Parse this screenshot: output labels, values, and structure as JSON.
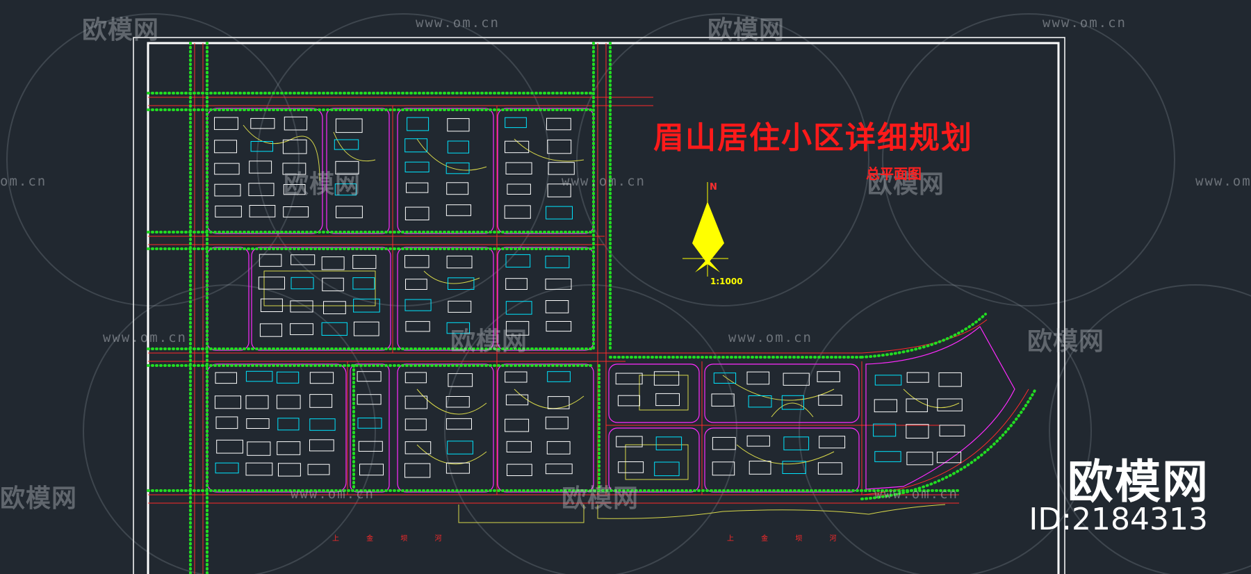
{
  "title": "眉山居住小区详细规划",
  "subtitle": "总平面图",
  "north_label": "N",
  "scale_label": "1:1000",
  "river_labels": [
    "上 金 坝 河",
    "上 金 坝 河"
  ],
  "watermark": {
    "logo_text": "欧模网",
    "url_text": "www.om.cn",
    "url_short": "om.cn"
  },
  "brand": {
    "name": "欧模网",
    "id_text": "ID:2184313"
  },
  "colors": {
    "background": "#212830",
    "frame": "#ffffff",
    "road": "#ff2a2a",
    "block": "#ff2bff",
    "tree": "#22dd22",
    "building": "#ffffff",
    "building_alt": "#00e5ff",
    "green": "#d8d84a",
    "compass": "#ffff00"
  }
}
